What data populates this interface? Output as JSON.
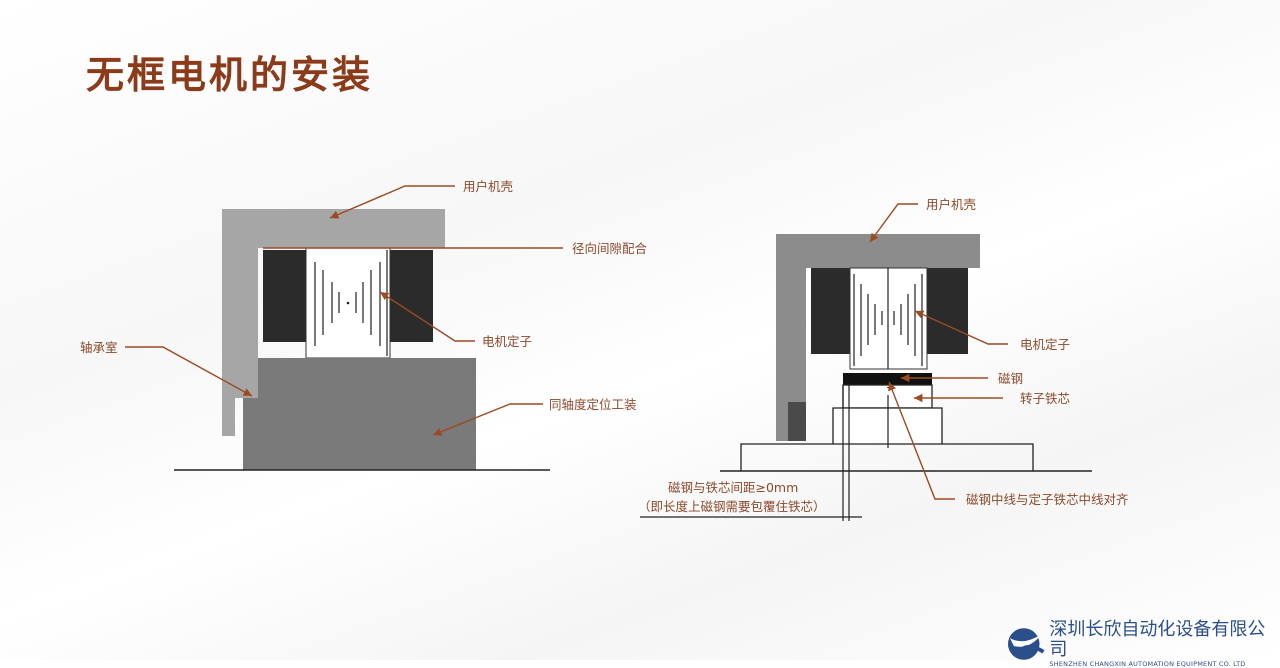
{
  "title": "无框电机的安装",
  "left_diagram": {
    "labels": {
      "housing": "用户机壳",
      "radial_fit": "径向间隙配合",
      "stator": "电机定子",
      "bearing_chamber": "轴承室",
      "fixture": "同轴度定位工装"
    }
  },
  "right_diagram": {
    "labels": {
      "housing": "用户机壳",
      "stator": "电机定子",
      "magnet": "磁钢",
      "rotor_core": "转子铁芯",
      "alignment": "磁钢中线与定子铁芯中线对齐",
      "spacing_line1": "磁钢与铁芯间距≥0mm",
      "spacing_line2": "（即长度上磁钢需要包覆住铁芯）"
    }
  },
  "company": {
    "name_cn": "深圳长欣自动化设备有限公司",
    "name_en": "SHENZHEN CHANGXIN AUTOMATION EQUIPMENT CO. LTD"
  },
  "colors": {
    "accent": "#8b3a1a",
    "leader": "#9b4a22",
    "logo": "#2b4f8a"
  }
}
